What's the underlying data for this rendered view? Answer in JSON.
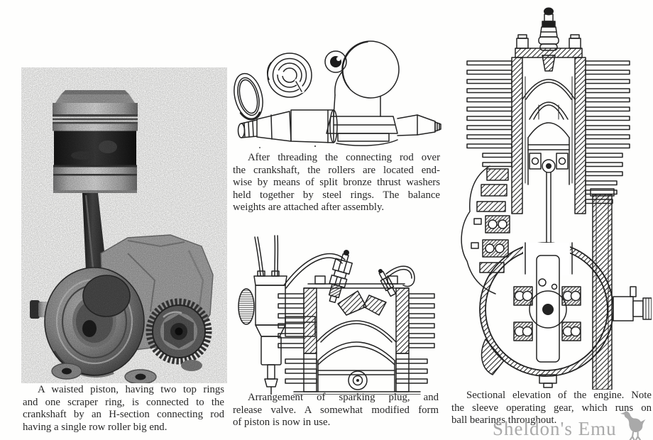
{
  "page": {
    "background": "#fefefd",
    "ink_color": "#262626"
  },
  "watermark": {
    "text": "Sheldon's Emu",
    "color": "#a9a9a9",
    "icon": "emu-bird-silhouette"
  },
  "figures": {
    "photo": {
      "alt": "Halftone photograph of a waisted piston joined by an H-section connecting rod to a roller big-end crankshaft with pinion gear"
    },
    "conrod": {
      "alt": "Line drawing of a steel ring, split bronze thrust washers, and the connecting rod threaded over the crankshaft"
    },
    "plug": {
      "alt": "Sectional line drawing of the cylinder showing carburettor, sparking plug and release valve"
    },
    "engine": {
      "alt": "Sectional elevation line drawing of the engine showing sleeve operating gear, crankcase ball bearings and flywheel"
    }
  },
  "captions": {
    "photo": {
      "lines": [
        "A waisted piston, having two top rings",
        "and one scraper ring, is connected to the",
        "crankshaft by an H-section connecting rod",
        "having a single row roller big end."
      ]
    },
    "conrod": {
      "lines": [
        "After threading the connecting rod over",
        "the crankshaft, the rollers are located end-",
        "wise by means of split bronze thrust washers",
        "held together by steel rings.  The balance",
        "weights are attached after assembly."
      ]
    },
    "plug": {
      "lines": [
        "Arrangement of sparking plug, and",
        "release valve.  A somewhat modified form",
        "of piston is now in use."
      ]
    },
    "engine": {
      "lines": [
        "Sectional elevation of the engine.  Note",
        "the sleeve operating gear, which runs on",
        "ball bearings throughout."
      ]
    }
  }
}
